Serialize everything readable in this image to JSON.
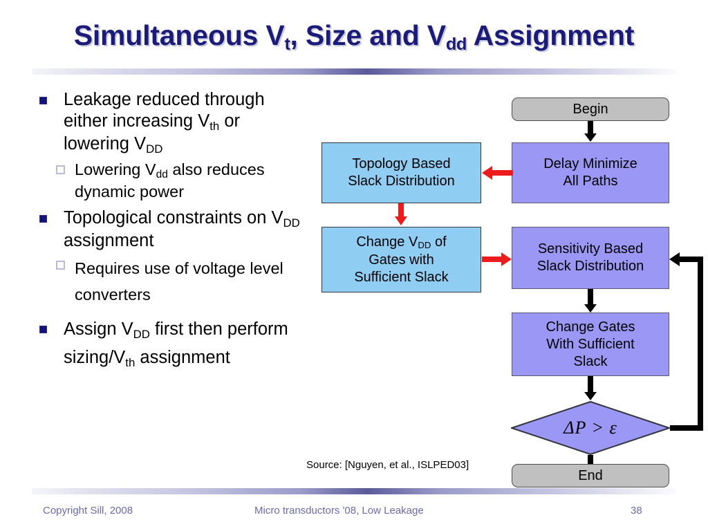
{
  "slide": {
    "title_part1": "Simultaneous V",
    "title_sub1": "t",
    "title_part2": ", Size and V",
    "title_sub2": "dd",
    "title_part3": " Assignment",
    "title_plain": "Simultaneous Vt, Size and Vdd Assignment"
  },
  "bullets": {
    "b1_a": "Leakage reduced through either increasing V",
    "b1_sub": "th",
    "b1_b": " or lowering V",
    "b1_sub2": "DD",
    "b1_c": "",
    "s1_a": "Lowering V",
    "s1_sub": "dd",
    "s1_b": " also reduces dynamic power",
    "b2_a": "Topological constraints on V",
    "b2_sub": "DD",
    "b2_b": " assignment",
    "s2_a": "Requires use of voltage level converters",
    "b3_a": "Assign V",
    "b3_sub": "DD",
    "b3_b": " first then perform sizing/V",
    "b3_sub2": "th",
    "b3_c": " assignment"
  },
  "flowchart": {
    "begin": "Begin",
    "delay_minimize": "Delay Minimize All Paths",
    "delay_minimize_l1": "Delay Minimize",
    "delay_minimize_l2": "All Paths",
    "topology_l1": "Topology Based",
    "topology_l2": "Slack Distribution",
    "change_vdd_l1_a": "Change V",
    "change_vdd_l1_sub": "DD",
    "change_vdd_l1_b": " of",
    "change_vdd_l2": "Gates with",
    "change_vdd_l3": "Sufficient Slack",
    "sensitivity_l1": "Sensitivity Based",
    "sensitivity_l2": "Slack Distribution",
    "change_gates_l1": "Change Gates",
    "change_gates_l2": "With Sufficient",
    "change_gates_l3": "Slack",
    "decision": "ΔP > ε",
    "end": "End"
  },
  "source": "Source: [Nguyen, et al., ISLPED03]",
  "footer": {
    "copyright": "Copyright Sill, 2008",
    "center": "Micro transductors '08, Low Leakage",
    "page": "38"
  },
  "colors": {
    "title": "#1B1B7A",
    "cyan_box": "#8FCDF2",
    "purple_box": "#9B98F5",
    "terminal_gray": "#C0C0C0",
    "red_arrow": "#EC1C1C",
    "footer_text": "#6A6AB0",
    "bullet_navy": "#141478"
  }
}
